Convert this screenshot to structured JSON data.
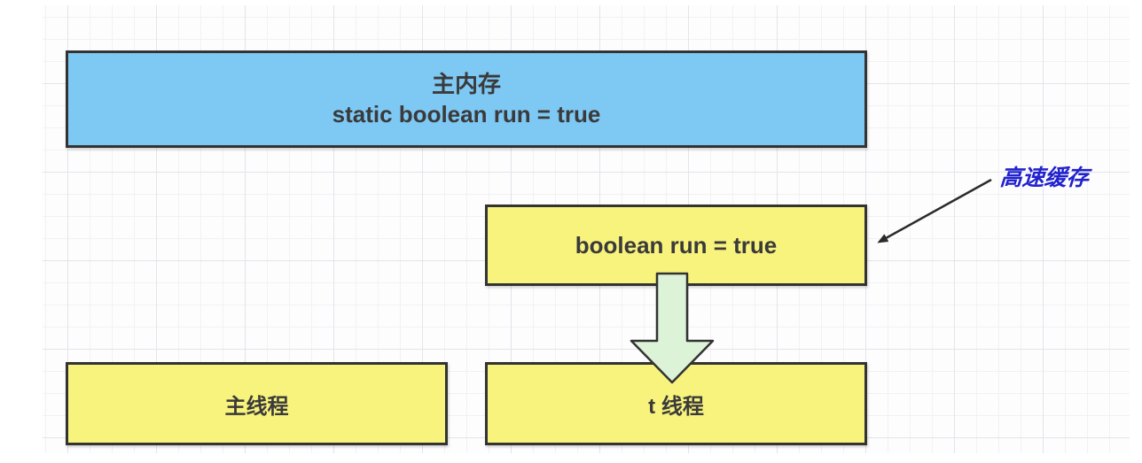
{
  "diagram": {
    "main_memory_box": {
      "title": "主内存",
      "code": "static boolean run = true"
    },
    "cache_box": {
      "code": "boolean run = true"
    },
    "cache_annotation": {
      "label": "高速缓存"
    },
    "main_thread_box": {
      "label": "主线程"
    },
    "t_thread_box": {
      "label": "t 线程"
    }
  },
  "colors": {
    "main_memory_fill": "#7ec8f4",
    "thread_fill": "#f8f37d",
    "down_arrow_fill": "#ddf3d7",
    "shape_stroke": "#333333",
    "annotation_text": "#2122cd",
    "annotation_arrow": "#2b2b2b"
  }
}
